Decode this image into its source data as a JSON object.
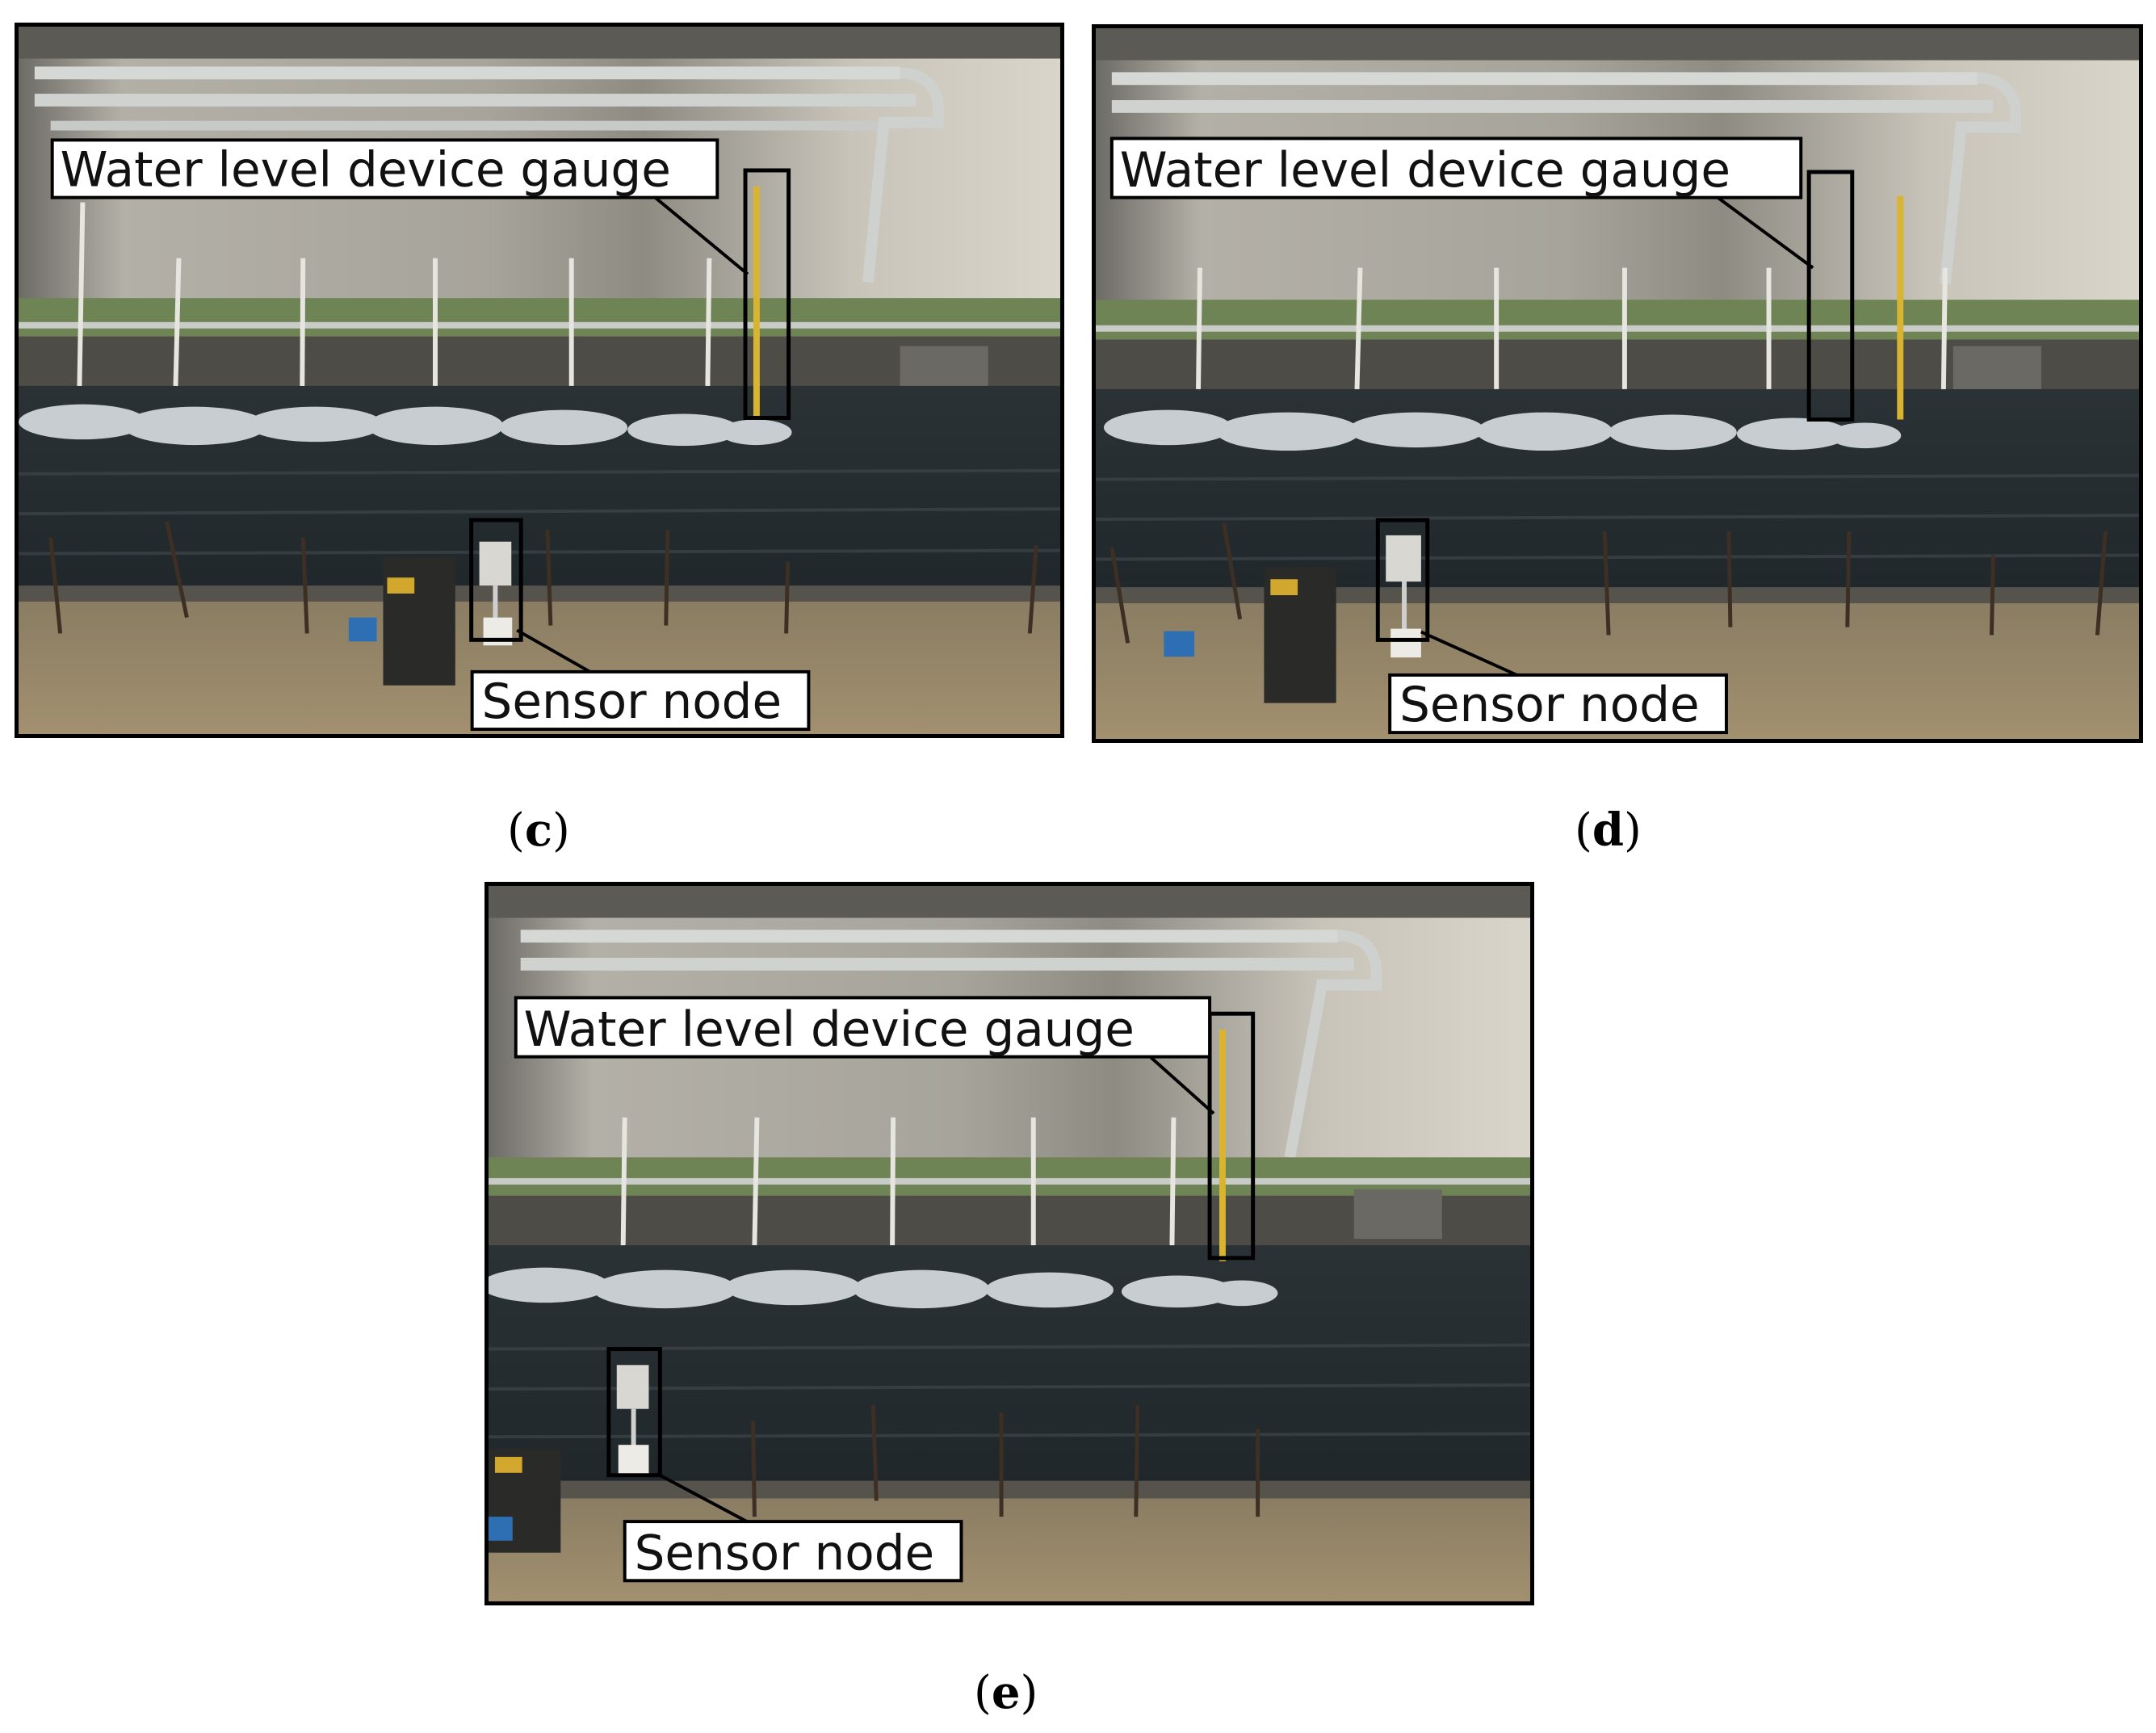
{
  "panels": [
    {
      "id": "c",
      "caption": "c",
      "gauge_label": "Water level device gauge",
      "node_label": "Sensor node"
    },
    {
      "id": "d",
      "caption": "d",
      "gauge_label": "Water level device gauge",
      "node_label": "Sensor node"
    },
    {
      "id": "e",
      "caption": "e",
      "gauge_label": "Water level device gauge",
      "node_label": "Sensor node"
    }
  ],
  "colors": {
    "wall": "#b9b6ad",
    "wall_dark": "#8f8c84",
    "pipe": "#d4d6d4",
    "grass_far": "#7c8f5c",
    "water": "#2a3237",
    "foam": "#dfe6ea",
    "grass_near": "#9a8a6b",
    "gauge": "#d9b430"
  }
}
